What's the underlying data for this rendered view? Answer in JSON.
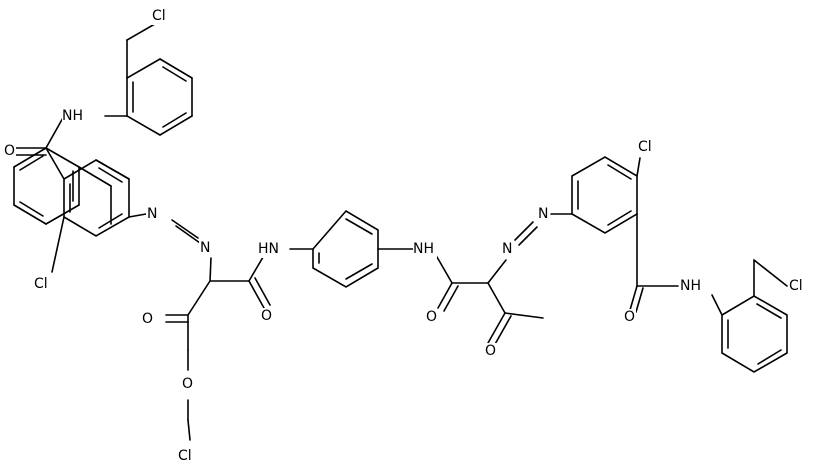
{
  "diagram": {
    "type": "chemical-structure",
    "colors": {
      "bond": "#000000",
      "background": "#ffffff",
      "text": "#000000"
    },
    "labels": {
      "cl_top_chloromethyl": "Cl",
      "nh_top_amide": "NH",
      "o_top_amide": "O",
      "cl_left_ring": "Cl",
      "n_azo_left_a": "N",
      "n_azo_left_b": "N",
      "o_left_ketone": "O",
      "o_left_amide": "O",
      "nh_center_left": "HN",
      "o_ether": "O",
      "cl_bottom": "Cl",
      "nh_center_right": "NH",
      "o_right_amide": "O",
      "n_azo_right_a": "N",
      "n_azo_right_b": "N",
      "o_right_ketone": "O",
      "cl_right_ring": "Cl",
      "nh_right_amide": "NH",
      "o_right_benzamide": "O",
      "cl_right_chloromethyl": "Cl"
    }
  }
}
